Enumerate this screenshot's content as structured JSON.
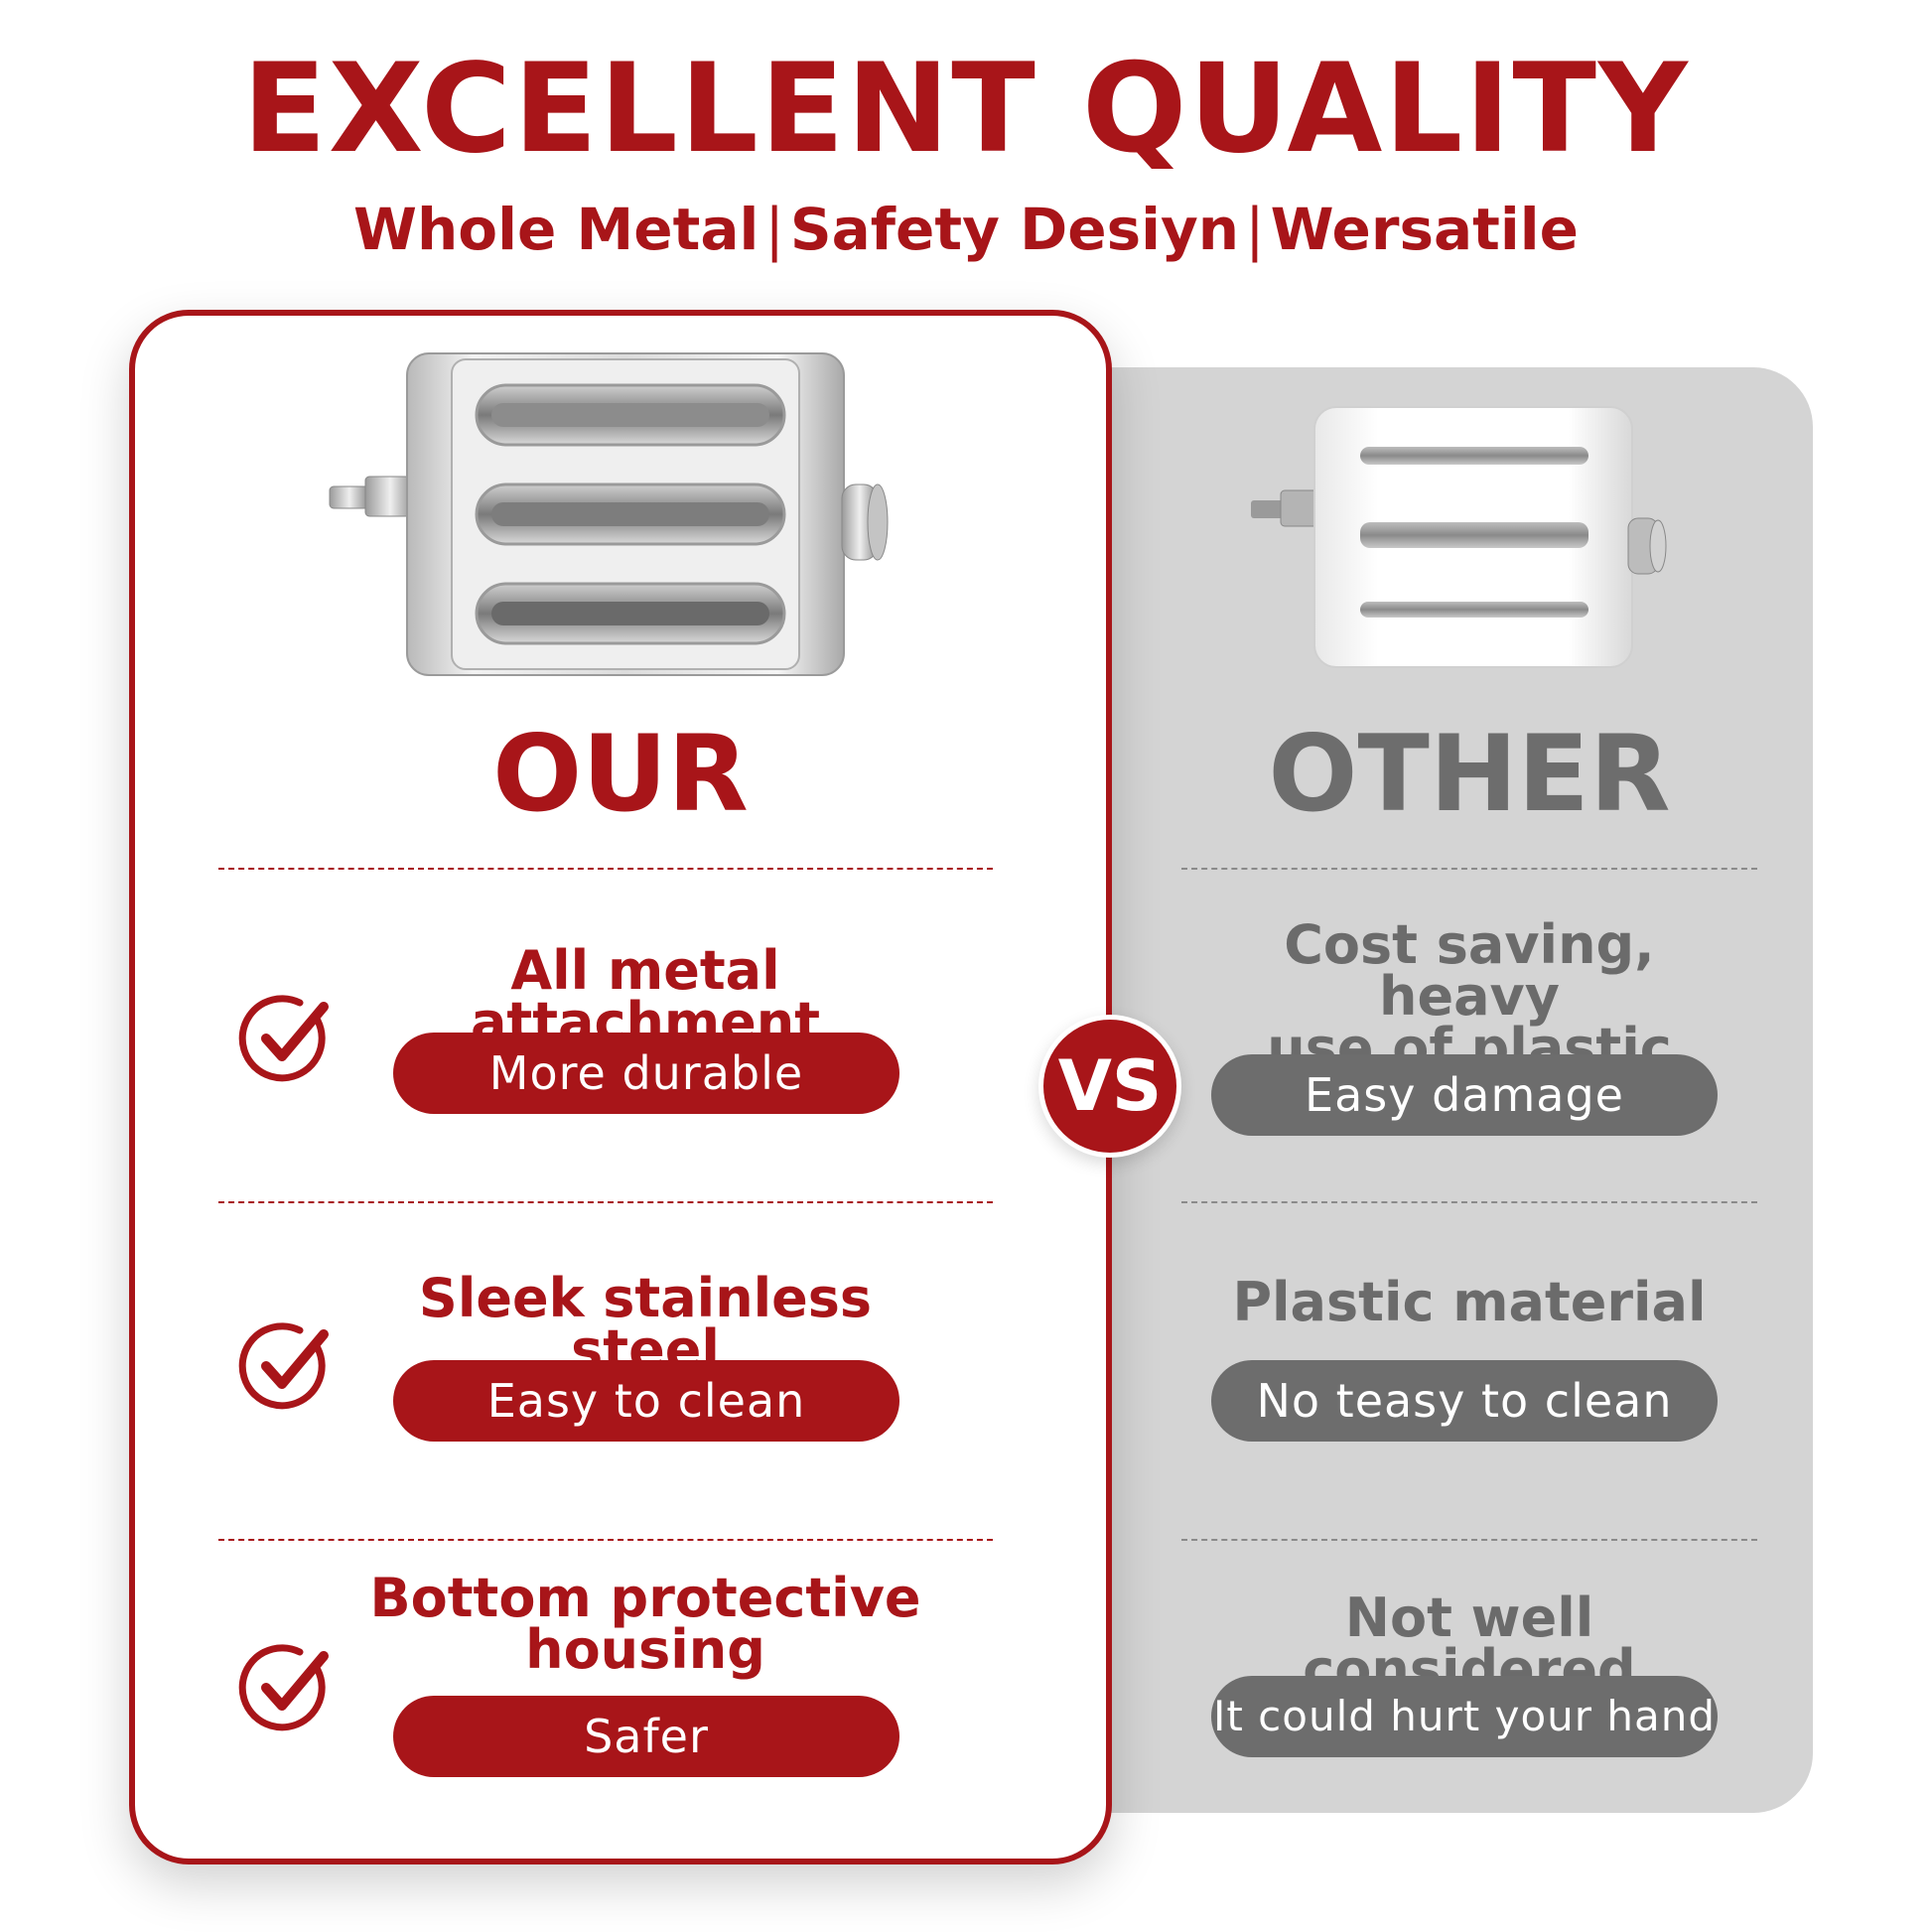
{
  "header": {
    "title": "EXCELLENT QUALITY",
    "subtitle_parts": [
      "Whole Metal",
      "Safety Desiyn",
      "Wersatile"
    ],
    "separator": "|"
  },
  "our": {
    "label": "OUR",
    "features": [
      {
        "title": "All metal attachment",
        "badge": "More durable"
      },
      {
        "title_line1": "Sleek stainless steel",
        "badge": "Easy to clean"
      },
      {
        "title_line1": "Bottom protective",
        "title_line2": "housing",
        "badge": "Safer"
      }
    ]
  },
  "other": {
    "label": "OTHER",
    "features": [
      {
        "title_line1": "Cost saving, heavy",
        "title_line2": "use of plastic",
        "badge": "Easy damage"
      },
      {
        "title": "Plastic material",
        "badge": "No teasy to clean"
      },
      {
        "title": "Not well considered",
        "badge": "It could hurt your hand"
      }
    ]
  },
  "vs_label": "VS",
  "colors": {
    "brand_red": "#a81519",
    "gray_text": "#6d6d6d",
    "gray_panel": "#d4d4d4"
  },
  "icons": {
    "check": "circle-check-icon"
  }
}
